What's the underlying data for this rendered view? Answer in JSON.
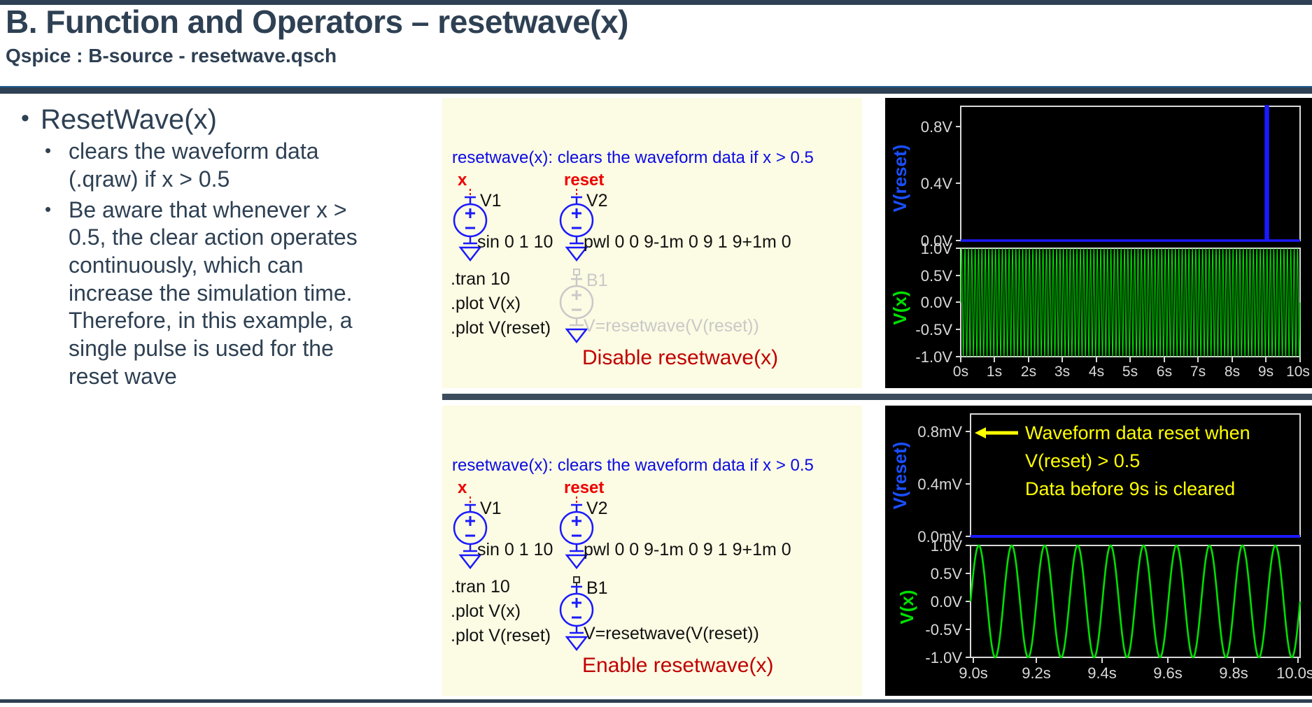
{
  "header": {
    "title": "B. Function and Operators – resetwave(x)",
    "subtitle": "Qspice : B-source - resetwave.qsch"
  },
  "bullets": {
    "dot": "•",
    "level1": "ResetWave(x)",
    "level2": [
      "clears the waveform data (.qraw) if x > 0.5",
      "Be aware that whenever x > 0.5, the clear action operates continuously, which can increase the simulation time. Therefore, in this example, a single pulse is used for the reset wave"
    ]
  },
  "schematic_top": {
    "caption": "resetwave(x): clears the waveform data if x > 0.5",
    "net_x": "x",
    "net_reset": "reset",
    "v1_name": "V1",
    "v1_value": "sin 0 1 10",
    "v2_name": "V2",
    "v2_value": "pwl 0 0 9-1m 0 9 1 9+1m 0",
    "directive_tran": ".tran 10",
    "directive_plot_x": ".plot V(x)",
    "directive_plot_reset": ".plot V(reset)",
    "b1_name": "B1",
    "b1_value": "V=resetwave(V(reset))",
    "status": "Disable resetwave(x)",
    "status_color": "#c00000",
    "b1_disabled": true
  },
  "schematic_bottom": {
    "caption": "resetwave(x): clears the waveform data if x > 0.5",
    "net_x": "x",
    "net_reset": "reset",
    "v1_name": "V1",
    "v1_value": "sin 0 1 10",
    "v2_name": "V2",
    "v2_value": "pwl 0 0 9-1m 0 9 1 9+1m 0",
    "directive_tran": ".tran 10",
    "directive_plot_x": ".plot V(x)",
    "directive_plot_reset": ".plot V(reset)",
    "b1_name": "B1",
    "b1_value": "V=resetwave(V(reset))",
    "status": "Enable resetwave(x)",
    "status_color": "#c00000",
    "b1_disabled": false
  },
  "chart_data": [
    {
      "id": "top-vreset",
      "type": "line",
      "title": "",
      "ylabel": "V(reset)",
      "xlabel": "",
      "ytick_labels": [
        "0.8V",
        "0.4V",
        "0.0V"
      ],
      "ytick_values": [
        0.8,
        0.4,
        0.0
      ],
      "ylim": [
        0.0,
        1.0
      ],
      "xlim": [
        0,
        10
      ],
      "trace_color": "#1a1aff",
      "grid": false,
      "legend": "none",
      "description": "Flat at 0V with a single narrow 1V pulse at t = 9s",
      "series": [
        {
          "name": "V(reset)",
          "x": [
            0,
            8.999,
            9.0,
            9.001,
            10
          ],
          "values": [
            0,
            0,
            1,
            0,
            0
          ]
        }
      ]
    },
    {
      "id": "top-vx",
      "type": "line",
      "title": "",
      "ylabel": "V(x)",
      "xlabel": "",
      "ytick_labels": [
        "1.0V",
        "0.5V",
        "0.0V",
        "-0.5V",
        "-1.0V"
      ],
      "ytick_values": [
        1.0,
        0.5,
        0.0,
        -0.5,
        -1.0
      ],
      "ylim": [
        -1.0,
        1.0
      ],
      "xlim": [
        0,
        10
      ],
      "xtick_labels": [
        "0s",
        "1s",
        "2s",
        "3s",
        "4s",
        "5s",
        "6s",
        "7s",
        "8s",
        "9s",
        "10s"
      ],
      "xtick_values": [
        0,
        1,
        2,
        3,
        4,
        5,
        6,
        7,
        8,
        9,
        10
      ],
      "trace_color": "#00e000",
      "grid": false,
      "legend": "none",
      "description": "10 Hz sine, amplitude 1V, 100 cycles over 0..10s — renders as a dense green band",
      "series": [
        {
          "name": "V(x)",
          "function": "sin",
          "amplitude": 1.0,
          "offset": 0.0,
          "frequency_hz": 10,
          "t_start": 0,
          "t_end": 10
        }
      ]
    },
    {
      "id": "bottom-vreset",
      "type": "line",
      "title": "",
      "ylabel": "V(reset)",
      "xlabel": "",
      "ytick_labels": [
        "0.8mV",
        "0.4mV",
        "0.0mV"
      ],
      "ytick_values": [
        0.0008,
        0.0004,
        0.0
      ],
      "ylim": [
        0.0,
        0.001
      ],
      "xlim": [
        9.0,
        10.0
      ],
      "trace_color": "#1a1aff",
      "grid": false,
      "legend": "none",
      "annotation_arrow": "←",
      "annotation_lines": [
        "Waveform data reset when",
        "V(reset) > 0.5",
        "Data before 9s is cleared"
      ],
      "annotation_color": "#ffff00",
      "description": "Flat 0mV line after the reset",
      "series": [
        {
          "name": "V(reset)",
          "x": [
            9.0,
            10.0
          ],
          "values": [
            0,
            0
          ]
        }
      ]
    },
    {
      "id": "bottom-vx",
      "type": "line",
      "title": "",
      "ylabel": "V(x)",
      "xlabel": "",
      "ytick_labels": [
        "1.0V",
        "0.5V",
        "0.0V",
        "-0.5V",
        "-1.0V"
      ],
      "ytick_values": [
        1.0,
        0.5,
        0.0,
        -0.5,
        -1.0
      ],
      "ylim": [
        -1.0,
        1.0
      ],
      "xlim": [
        9.0,
        10.0
      ],
      "xtick_labels": [
        "9.0s",
        "9.2s",
        "9.4s",
        "9.6s",
        "9.8s",
        "10.0s"
      ],
      "xtick_values": [
        9.0,
        9.2,
        9.4,
        9.6,
        9.8,
        10.0
      ],
      "trace_color": "#00e000",
      "grid": false,
      "legend": "none",
      "description": "10 Hz sine over 9..10s — exactly 10 visible cycles",
      "series": [
        {
          "name": "V(x)",
          "function": "sin",
          "amplitude": 1.0,
          "offset": 0.0,
          "frequency_hz": 10,
          "t_start": 9,
          "t_end": 10
        }
      ]
    }
  ]
}
